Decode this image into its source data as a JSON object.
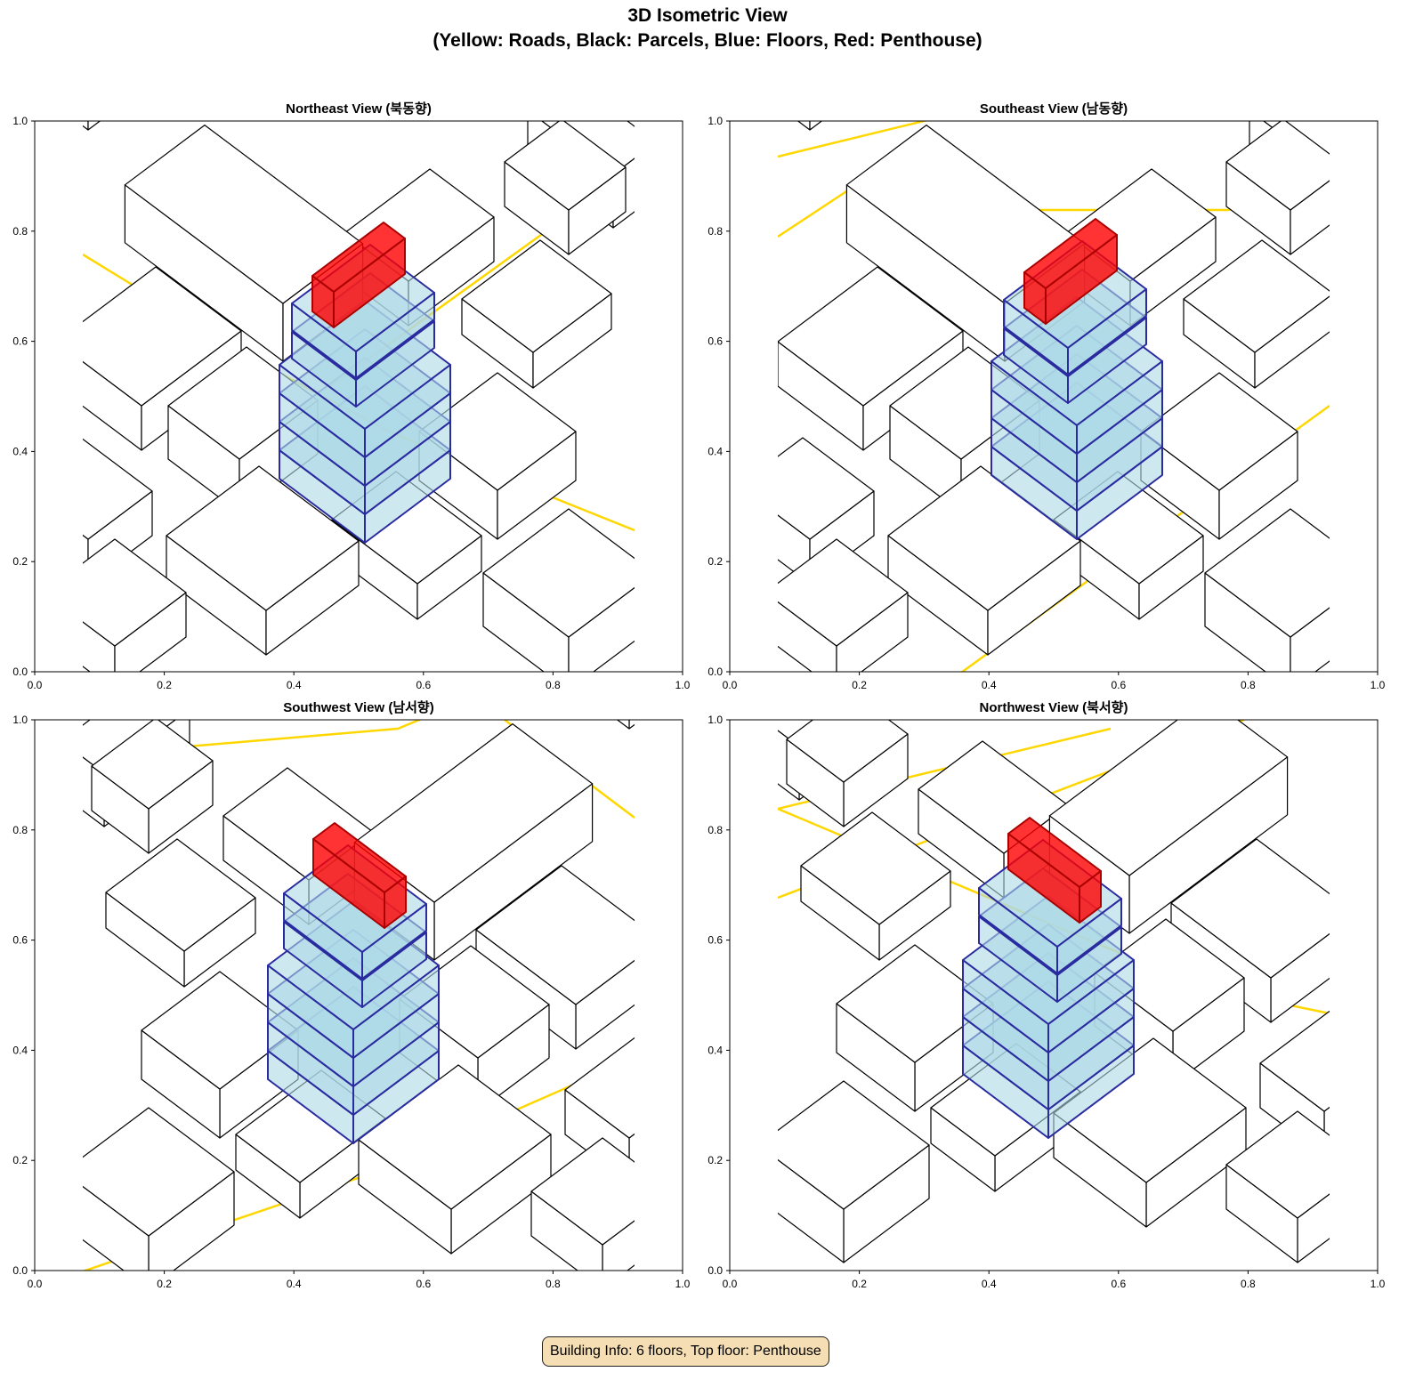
{
  "title_line1": "3D Isometric View",
  "title_line2": "(Yellow: Roads, Black: Parcels, Blue: Floors, Red: Penthouse)",
  "info_box": "Building Info: 6 floors, Top floor: Penthouse",
  "colors": {
    "road": "#ffd700",
    "road_dark": "#8b7500",
    "parcel": "#000000",
    "floor_fill": "#add8e6",
    "floor_edge": "#2b2ba0",
    "penthouse": "#ff0000",
    "info_bg": "#f5deb3"
  },
  "chart_data": {
    "type": "3d-isometric",
    "title": "3D Isometric View (Yellow: Roads, Black: Parcels, Blue: Floors, Red: Penthouse)",
    "building": {
      "floors": 6,
      "top_floor": "Penthouse"
    },
    "legend": [
      {
        "label": "Roads",
        "color": "#ffd700"
      },
      {
        "label": "Parcels",
        "color": "#000000"
      },
      {
        "label": "Floors",
        "color": "#add8e6"
      },
      {
        "label": "Penthouse",
        "color": "#ff0000"
      }
    ],
    "panels": [
      {
        "title": "Northeast View (북동향)",
        "xlim": [
          0,
          1
        ],
        "ylim": [
          0,
          1
        ]
      },
      {
        "title": "Southeast View (남동향)",
        "xlim": [
          0,
          1
        ],
        "ylim": [
          0,
          1
        ]
      },
      {
        "title": "Southwest View (남서향)",
        "xlim": [
          0,
          1
        ],
        "ylim": [
          0,
          1
        ]
      },
      {
        "title": "Northwest View (북서향)",
        "xlim": [
          0,
          1
        ],
        "ylim": [
          0,
          1
        ]
      }
    ],
    "xticks": [
      "0.0",
      "0.2",
      "0.4",
      "0.6",
      "0.8",
      "1.0"
    ],
    "yticks": [
      "0.0",
      "0.2",
      "0.4",
      "0.6",
      "0.8",
      "1.0"
    ]
  }
}
